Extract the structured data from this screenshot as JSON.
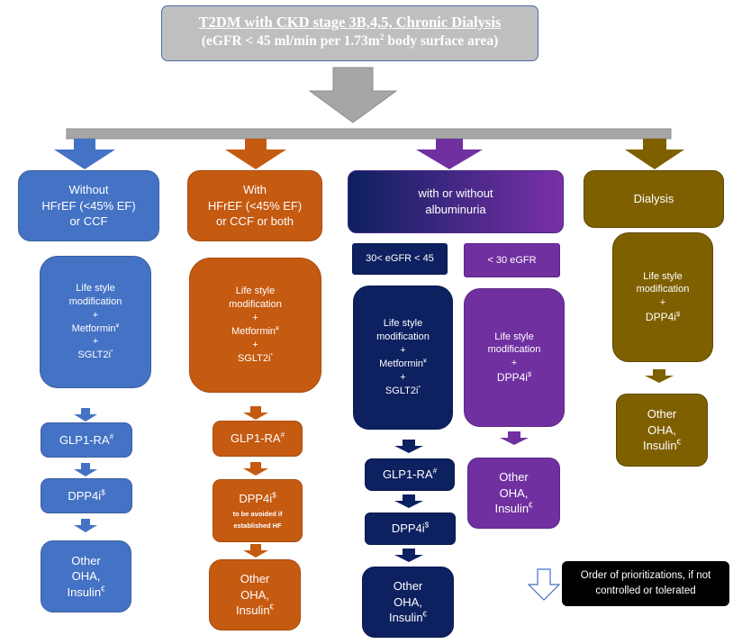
{
  "header": {
    "title_line1": "T2DM with CKD stage 3B,4,5, Chronic Dialysis",
    "title_line2_pre": "(eGFR < 45 ml/min per 1.73m",
    "title_line2_sup": "2",
    "title_line2_post": " body surface area)"
  },
  "columns": {
    "without_hf": {
      "header": [
        "Without",
        "HFrEF (<45% EF)",
        "or CCF"
      ],
      "step1": [
        "Life style",
        "modification",
        "+"
      ],
      "step1_metformin": "Metformin",
      "step1_metformin_mark": "¥",
      "step1_plus": "+",
      "step1_sglt2": "SGLT2i",
      "step1_sglt2_mark": "*",
      "glp1": "GLP1-RA",
      "glp1_mark": "#",
      "dpp4": "DPP4i",
      "dpp4_mark": "$",
      "other": [
        "Other",
        "OHA,"
      ],
      "insulin": "Insulin",
      "insulin_mark": "€"
    },
    "with_hf": {
      "header": [
        "With",
        "HFrEF (<45% EF)",
        "or CCF or both"
      ],
      "step1": [
        "Life style",
        "modification",
        "+"
      ],
      "step1_metformin": "Metformin",
      "step1_metformin_mark": "¥",
      "step1_plus": "+",
      "step1_sglt2": "SGLT2i",
      "step1_sglt2_mark": "*",
      "glp1": "GLP1-RA",
      "glp1_mark": "#",
      "dpp4": "DPP4i",
      "dpp4_mark": "$",
      "dpp4_note": [
        "to be avoided  if",
        "established HF"
      ],
      "other": [
        "Other",
        "OHA,"
      ],
      "insulin": "Insulin",
      "insulin_mark": "€"
    },
    "albuminuria": {
      "header": [
        "with or without",
        "albuminuria"
      ],
      "sub_left": "30< eGFR < 45",
      "sub_right": "< 30 eGFR",
      "left_step1": [
        "Life style",
        "modification",
        "+"
      ],
      "left_metformin": "Metformin",
      "left_metformin_mark": "¥",
      "left_plus": "+",
      "left_sglt2": "SGLT2i",
      "left_sglt2_mark": "*",
      "left_glp1": "GLP1-RA",
      "left_glp1_mark": "#",
      "left_dpp4": "DPP4i",
      "left_dpp4_mark": "$",
      "left_other": [
        "Other",
        "OHA,"
      ],
      "left_insulin": "Insulin",
      "left_insulin_mark": "€",
      "right_step1": [
        "Life style",
        "modification",
        "+"
      ],
      "right_dpp4": "DPP4i",
      "right_dpp4_mark": "$",
      "right_other": [
        "Other",
        "OHA,"
      ],
      "right_insulin": "Insulin",
      "right_insulin_mark": "€"
    },
    "dialysis": {
      "header": "Dialysis",
      "step1": [
        "Life style",
        "modification",
        "+"
      ],
      "dpp4": "DPP4i",
      "dpp4_mark": "$",
      "other": [
        "Other",
        "OHA,"
      ],
      "insulin": "Insulin",
      "insulin_mark": "€"
    }
  },
  "legend": {
    "line1": "Order of prioritizations, if not",
    "line2": "controlled or tolerated"
  },
  "colors": {
    "blue": "#4472c4",
    "orange": "#c55a11",
    "navy": "#0d2060",
    "purple": "#7030a0",
    "olive": "#7f6000",
    "gray": "#bfbfbf"
  }
}
